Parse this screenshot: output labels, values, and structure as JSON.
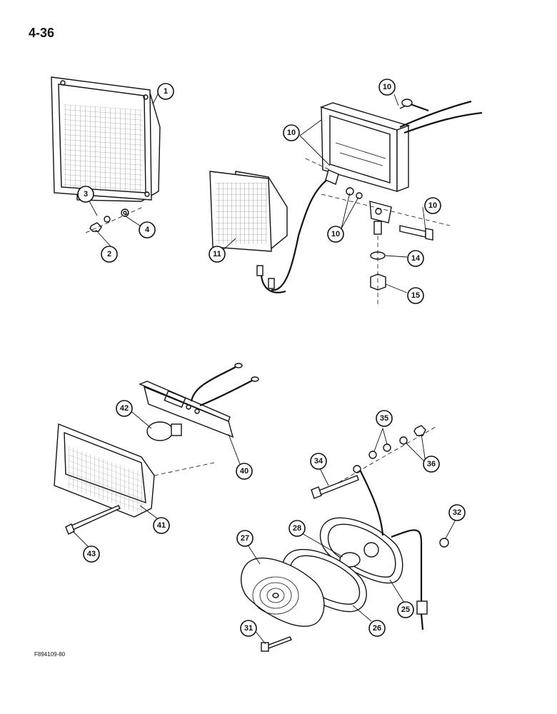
{
  "page": {
    "number": "4-36",
    "figure_code": "F894109-80"
  },
  "callouts": [
    "1",
    "2",
    "3",
    "4",
    "10",
    "11",
    "14",
    "15",
    "25",
    "26",
    "27",
    "28",
    "31",
    "32",
    "34",
    "35",
    "36",
    "40",
    "41",
    "42",
    "43"
  ]
}
